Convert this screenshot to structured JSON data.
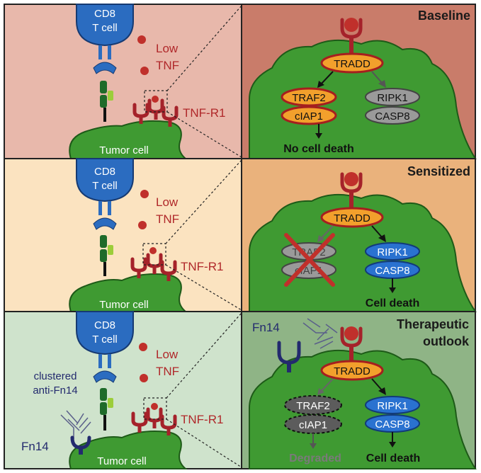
{
  "colors": {
    "panel1_left": "#e8b8ab",
    "panel1_right": "#c97c6a",
    "panel2_left": "#fbe3c0",
    "panel2_right": "#eab27c",
    "panel3_left": "#cfe3cc",
    "panel3_right": "#8fb486",
    "tumor_green": "#3f9a32",
    "tcell_blue": "#2b6cc0",
    "tnf_red": "#c0302b",
    "tradd_orange": "#f2a02c",
    "rip_blue": "#2a72d0",
    "grey": "#9a9a9a",
    "fn14_navy": "#232a6e"
  },
  "panels": [
    {
      "tcell_line1": "CD8",
      "tcell_line2": "T cell",
      "tnf_line1": "Low",
      "tnf_line2": "TNF",
      "receptor_label": "TNF-R1",
      "tumor_label": "Tumor cell",
      "title": "Baseline",
      "tradd": "TRADD",
      "traf2": "TRAF2",
      "ciap1": "cIAP1",
      "ripk1": "RIPK1",
      "casp8": "CASP8",
      "outcome": "No cell death"
    },
    {
      "tcell_line1": "CD8",
      "tcell_line2": "T cell",
      "tnf_line1": "Low",
      "tnf_line2": "TNF",
      "receptor_label": "TNF-R1",
      "tumor_label": "Tumor cell",
      "title": "Sensitized",
      "tradd": "TRADD",
      "traf2": "TRAF2",
      "ciap1": "cIAP1",
      "ripk1": "RIPK1",
      "casp8": "CASP8",
      "outcome": "Cell death"
    },
    {
      "tcell_line1": "CD8",
      "tcell_line2": "T cell",
      "tnf_line1": "Low",
      "tnf_line2": "TNF",
      "receptor_label": "TNF-R1",
      "tumor_label": "Tumor cell",
      "title_line1": "Therapeutic",
      "title_line2": "outlook",
      "tradd": "TRADD",
      "traf2": "TRAF2",
      "ciap1": "cIAP1",
      "ripk1": "RIPK1",
      "casp8": "CASP8",
      "outcome": "Cell death",
      "degraded": "Degraded",
      "fn14_right": "Fn14",
      "fn14_left": "Fn14",
      "antibody_line1": "clustered",
      "antibody_line2": "anti-Fn14"
    }
  ]
}
